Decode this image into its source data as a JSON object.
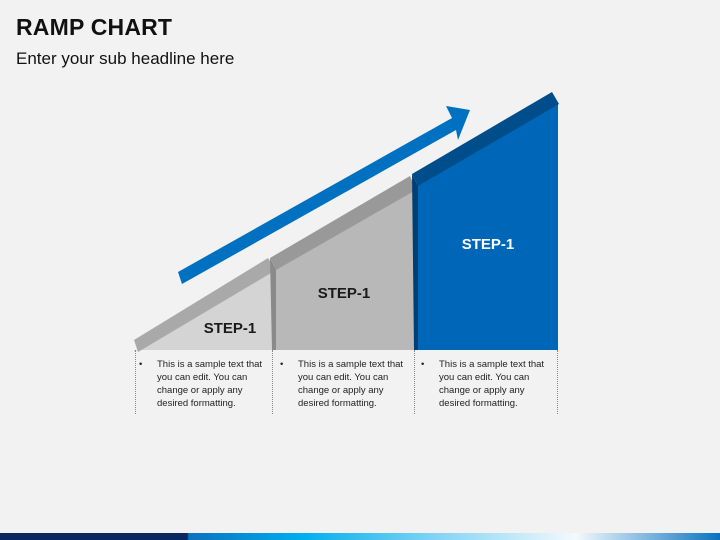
{
  "header": {
    "title": "RAMP CHART",
    "subtitle": "Enter your sub headline here"
  },
  "steps": [
    {
      "label": "STEP-1",
      "color": "#d4d4d4",
      "text": "This is a sample text that you can edit. You can change or apply any desired formatting."
    },
    {
      "label": "STEP-1",
      "color": "#b8b8b8",
      "text": "This is a sample text that you can edit. You can change or apply any desired formatting."
    },
    {
      "label": "STEP-1",
      "color": "#0067b8",
      "text": "This is a sample text that you can edit. You can change or apply any desired formatting."
    }
  ],
  "bullet": "•",
  "colors": {
    "arrow": "#0070c0",
    "blue_step": "#0067b8",
    "blue_top": "#004d8c",
    "gray_top": "#9a9a9a",
    "background": "#f2f2f2"
  }
}
